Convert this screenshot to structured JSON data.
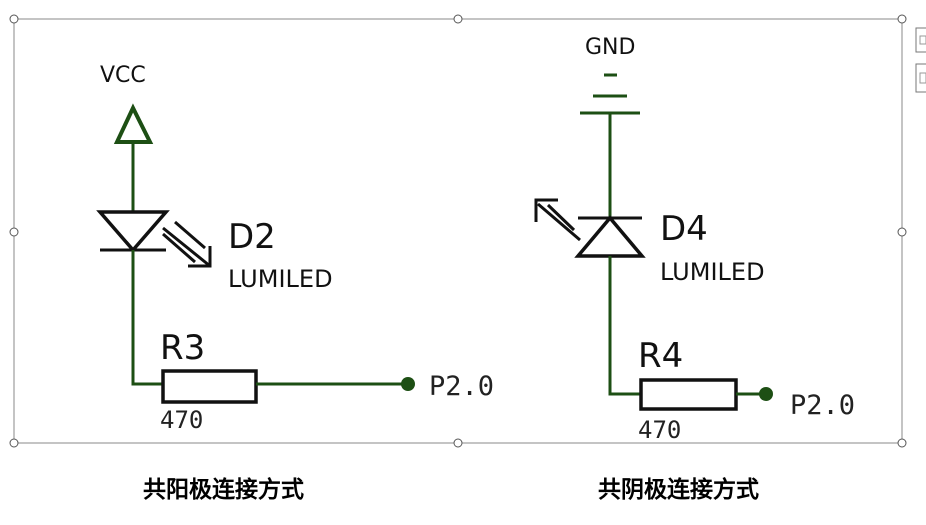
{
  "left_circuit": {
    "supply_label": "VCC",
    "led_ref": "D2",
    "led_value": "LUMILED",
    "resistor_ref": "R3",
    "resistor_value": "470",
    "port_label": "P2.0",
    "caption": "共阳极连接方式"
  },
  "right_circuit": {
    "supply_label": "GND",
    "led_ref": "D4",
    "led_value": "LUMILED",
    "resistor_ref": "R4",
    "resistor_value": "470",
    "port_label": "P2.0",
    "caption": "共阴极连接方式"
  },
  "colors": {
    "wire": "#1d4f14",
    "component": "#111111"
  }
}
